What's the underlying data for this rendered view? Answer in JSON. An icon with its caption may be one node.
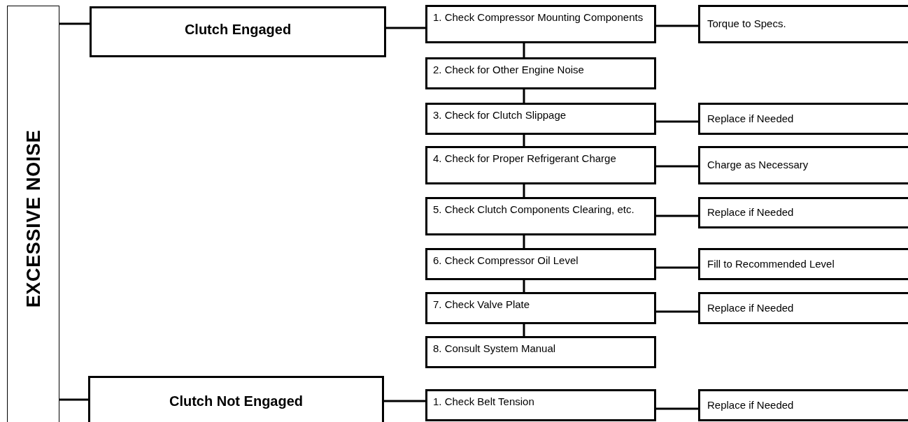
{
  "diagram": {
    "nodes": [
      {
        "text": [
          "EXCESSIVE NOISE"
        ]
      },
      {
        "text": [
          "Clutch Engaged"
        ]
      },
      {
        "text": [
          "1. Check Compressor Mounting Components"
        ]
      },
      {
        "text": [
          "Torque to Specs."
        ]
      },
      {
        "text": [
          "2. Check for Other Engine Noise"
        ]
      },
      {
        "text": [
          "3. Check for Clutch Slippage"
        ]
      },
      {
        "text": [
          "Replace if Needed"
        ]
      },
      {
        "text": [
          "4. Check for Proper Refrigerant Charge"
        ]
      },
      {
        "text": [
          "Charge as Necessary"
        ]
      },
      {
        "text": [
          "5. Check Clutch Components Clearing, etc."
        ]
      },
      {
        "text": [
          "Replace if Needed"
        ]
      },
      {
        "text": [
          "6. Check Compressor Oil Level"
        ]
      },
      {
        "text": [
          "Fill to Recommended Level"
        ]
      },
      {
        "text": [
          "7. Check Valve Plate"
        ]
      },
      {
        "text": [
          "Replace if Needed"
        ]
      },
      {
        "text": [
          "8. Consult System Manual"
        ]
      },
      {
        "text": [
          "Clutch Not Engaged"
        ]
      },
      {
        "text": [
          "1. Check Belt Tension"
        ]
      },
      {
        "text": [
          "Replace if Needed"
        ]
      }
    ],
    "edges": [
      {
        "from": 0,
        "to": 1,
        "arrow": "none"
      },
      {
        "from": 1,
        "to": 2,
        "arrow": "none"
      },
      {
        "from": 2,
        "to": 3,
        "arrow": "none"
      },
      {
        "from": 2,
        "to": 4,
        "arrow": "none"
      },
      {
        "from": 4,
        "to": 5,
        "arrow": "none"
      },
      {
        "from": 5,
        "to": 6,
        "arrow": "none"
      },
      {
        "from": 5,
        "to": 7,
        "arrow": "none"
      },
      {
        "from": 7,
        "to": 8,
        "arrow": "none"
      },
      {
        "from": 7,
        "to": 9,
        "arrow": "none"
      },
      {
        "from": 9,
        "to": 10,
        "arrow": "none"
      },
      {
        "from": 9,
        "to": 11,
        "arrow": "none"
      },
      {
        "from": 11,
        "to": 12,
        "arrow": "none"
      },
      {
        "from": 11,
        "to": 13,
        "arrow": "none"
      },
      {
        "from": 13,
        "to": 14,
        "arrow": "none"
      },
      {
        "from": 13,
        "to": 15,
        "arrow": "none"
      },
      {
        "from": 0,
        "to": 16,
        "arrow": "none"
      },
      {
        "from": 16,
        "to": 17,
        "arrow": "none"
      },
      {
        "from": 17,
        "to": 18,
        "arrow": "none"
      }
    ]
  }
}
